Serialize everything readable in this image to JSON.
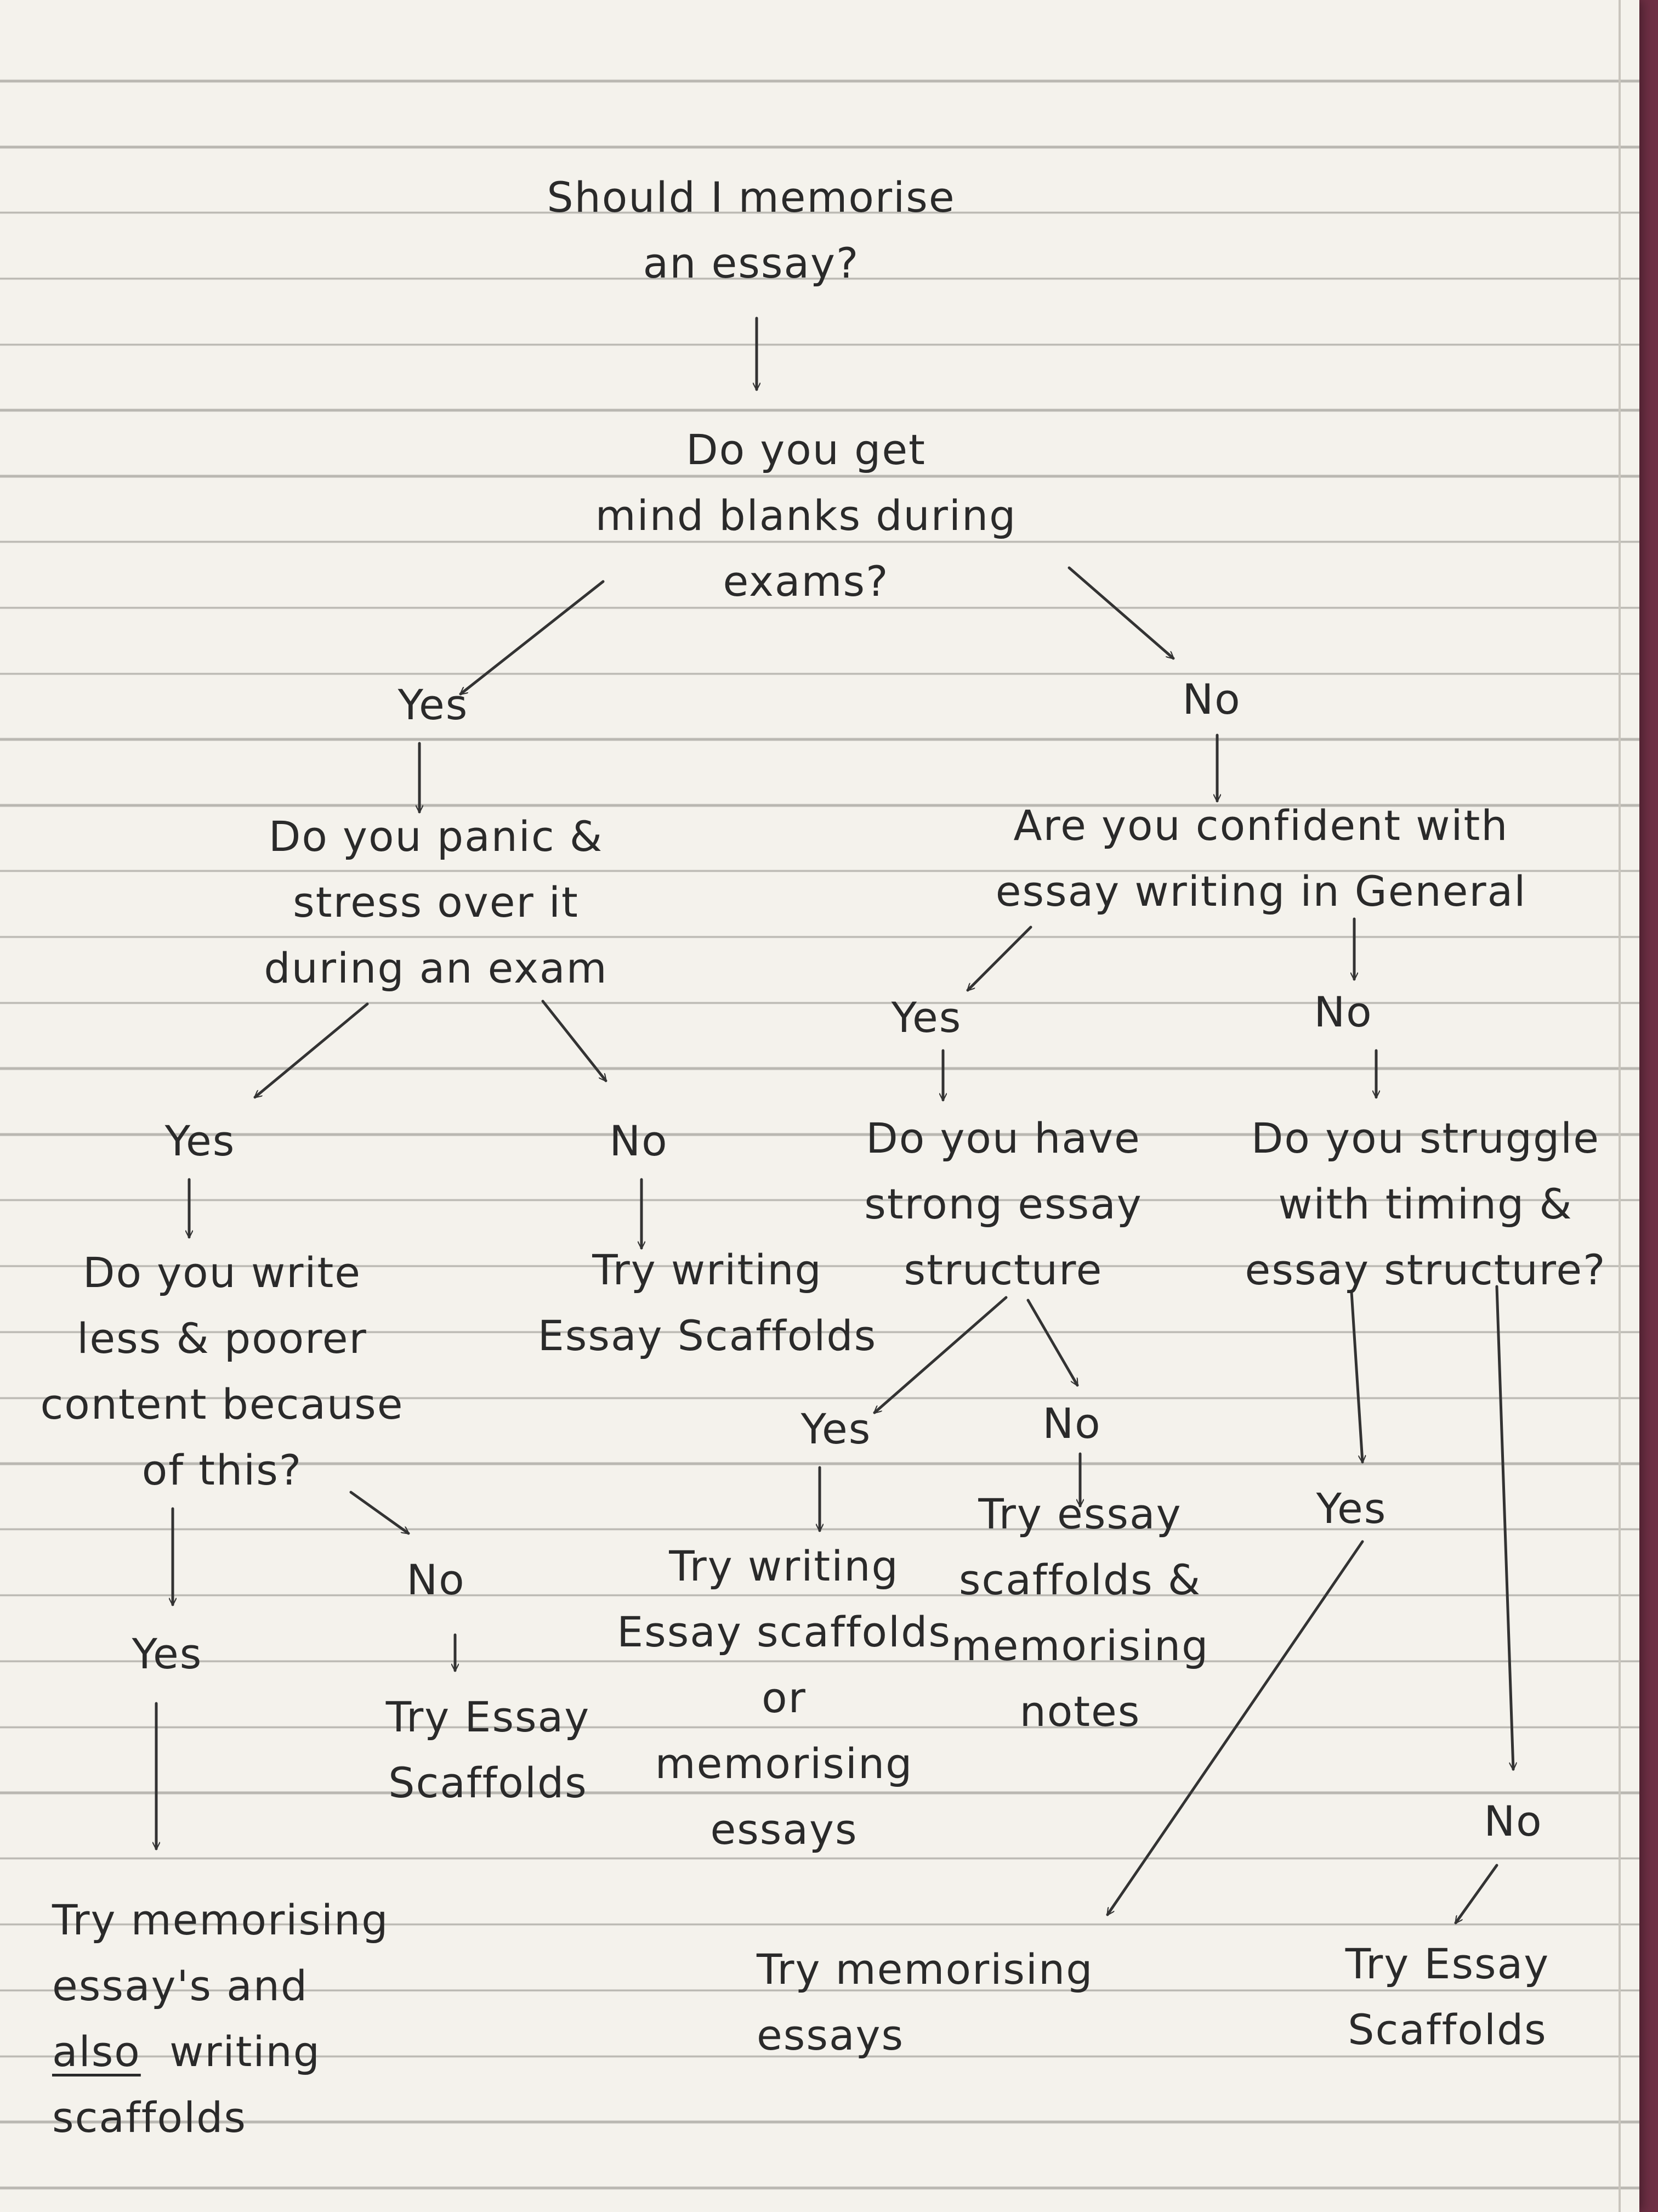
{
  "flowchart": {
    "title": [
      "Should I memorise",
      "an essay?"
    ],
    "q_mind_blanks": [
      "Do you get",
      "mind blanks during",
      "exams?"
    ],
    "a_yes_1": "Yes",
    "a_no_1": "No",
    "q_panic": [
      "Do you panic &",
      "stress over it",
      "during an exam"
    ],
    "q_confident": [
      "Are you confident with",
      "essay writing in General"
    ],
    "a_yes_panic": "Yes",
    "a_no_panic": "No",
    "a_yes_conf": "Yes",
    "a_no_conf": "No",
    "q_write_less": [
      "Do you write",
      "less & poorer",
      "content because",
      "of this?"
    ],
    "r_try_scaffolds_1": [
      "Try writing",
      "Essay Scaffolds"
    ],
    "q_structure": [
      "Do you have",
      "strong essay",
      "structure"
    ],
    "q_timing": [
      "Do you struggle",
      "with timing &",
      "essay structure?"
    ],
    "a_yes_struct": "Yes",
    "a_no_struct": "No",
    "a_yes_write_less": "Yes",
    "a_no_write_less": "No",
    "a_yes_timing": "Yes",
    "a_no_timing": "No",
    "r_scaffolds_or_memorising": [
      "Try writing",
      "Essay scaffolds",
      "or",
      "memorising",
      "essays"
    ],
    "r_scaffolds_and_notes": [
      "Try essay",
      "scaffolds &",
      "memorising",
      "notes"
    ],
    "r_try_essay_scaffolds_2": [
      "Try Essay",
      "Scaffolds"
    ],
    "r_memorising_and_scaffolds": [
      "Try memorising",
      "essay's and",
      "also",
      "writing",
      "scaffolds"
    ],
    "r_try_memorising": [
      "Try memorising",
      "essays"
    ],
    "r_try_essay_scaffolds_3": [
      "Try Essay",
      "Scaffolds"
    ]
  }
}
